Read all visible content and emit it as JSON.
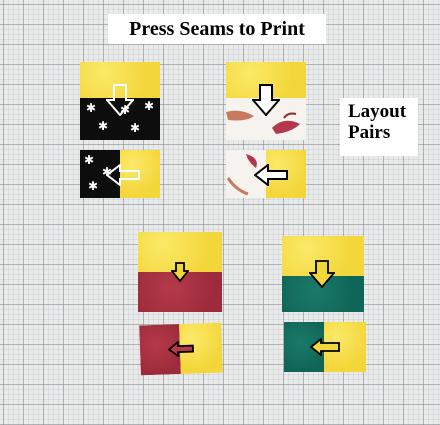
{
  "title": "Press Seams to Print",
  "side_label": {
    "line1": "Layout",
    "line2": "Pairs"
  },
  "colors": {
    "yellow": "#f3d63a",
    "black": "#0d0d0d",
    "cream": "#f6f3ee",
    "red": "#9c2b3b",
    "teal": "#0f6556",
    "grid_bg": "#e9eaea"
  },
  "icons": [
    "arrow-down-icon",
    "arrow-left-icon"
  ]
}
